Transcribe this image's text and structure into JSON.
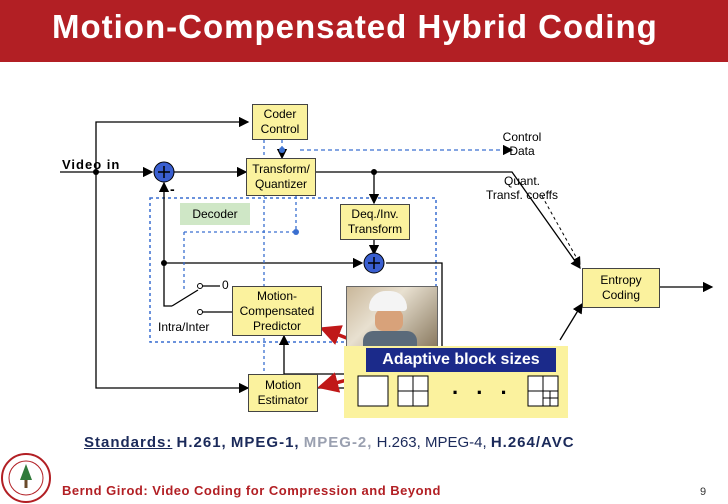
{
  "title": "Motion-Compensated Hybrid Coding",
  "diagram": {
    "coder_control": "Coder\nControl",
    "transform_quantizer": "Transform/\nQuantizer",
    "decoder": "Decoder",
    "deq_inv_transform": "Deq./Inv.\nTransform",
    "mc_predictor": "Motion-\nCompensated\nPredictor",
    "motion_estimator": "Motion\nEstimator",
    "entropy_coding": "Entropy\nCoding",
    "video_in": "Video in",
    "control_data": "Control\nData",
    "quant_coeffs": "Quant.\nTransf. coeffs",
    "minus": "-",
    "zero": "0",
    "intra_inter": "Intra/Inter",
    "adaptive_block_sizes": "Adaptive block sizes",
    "ellipsis": ". . ."
  },
  "standards": {
    "label": "Standards:",
    "items": [
      "H.261,",
      "MPEG-1,",
      "MPEG-2,",
      "H.263, MPEG-4,",
      "H.264/AVC"
    ]
  },
  "footer": "Bernd Girod: Video Coding for Compression and Beyond",
  "page_number": "9",
  "colors": {
    "title_bar": "#b21f24",
    "box_fill": "#fbf29e",
    "decoder_fill": "#cfe7c6",
    "accent_blue": "#1b2a8a",
    "arrow_red": "#c01818"
  }
}
